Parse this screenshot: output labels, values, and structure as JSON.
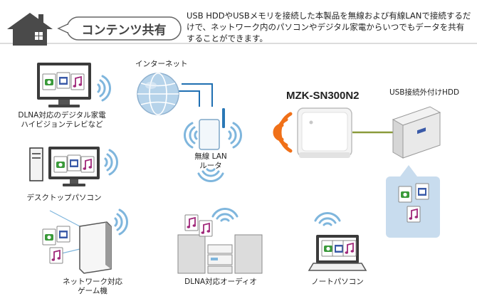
{
  "header": {
    "title": "コンテンツ共有",
    "description": "USB HDDやUSBメモリを接続した本製品を無線および有線LANで接続するだけで、ネットワーク内のパソコンやデジタル家電からいつでもデータを共有することができます。"
  },
  "product": {
    "name": "MZK-SN300N2"
  },
  "nodes": {
    "internet": "インターネット",
    "router_line1": "無線 LAN",
    "router_line2": "ルータ",
    "usb_hdd": "USB接続外付けHDD",
    "tv_line1": "DLNA対応のデジタル家電",
    "tv_line2": "ハイビジョンテレビなど",
    "desktop": "デスクトップパソコン",
    "game_line1": "ネットワーク対応",
    "game_line2": "ゲーム機",
    "audio": "DLNA対応オーディオ",
    "notebook": "ノートパソコン"
  },
  "colors": {
    "banner_bg": "#e8e8e8",
    "house": "#4a4a4a",
    "cable": "#1f6fb2",
    "usb_cable": "#8a9a3a",
    "wifi": "#7fb6dd",
    "signal": "#f07018",
    "storage_bg": "#c8dcee",
    "photo": "#3a9a3a",
    "video": "#3a5aa8",
    "music": "#a0287a"
  }
}
